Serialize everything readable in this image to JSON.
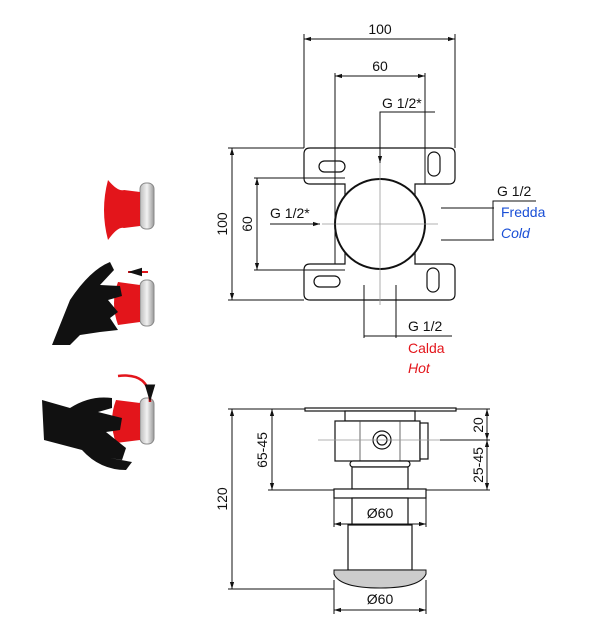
{
  "top_view": {
    "width_outer": "100",
    "width_inner": "60",
    "height_outer": "100",
    "height_inner": "60",
    "inlet_top": "G 1/2*",
    "inlet_left": "G 1/2*",
    "cold_thread": "G 1/2",
    "cold_it": "Fredda",
    "cold_en": "Cold",
    "hot_thread": "G 1/2",
    "hot_it": "Calda",
    "hot_en": "Hot"
  },
  "side_view": {
    "total_height": "120",
    "depth_range": "65-45",
    "top_offset": "20",
    "lower_range": "25-45",
    "flange_diameter": "Ø60",
    "cap_diameter": "Ø60"
  },
  "colors": {
    "knob": "#e3151b",
    "cold": "#1a4fd6",
    "hot": "#e3151b"
  }
}
